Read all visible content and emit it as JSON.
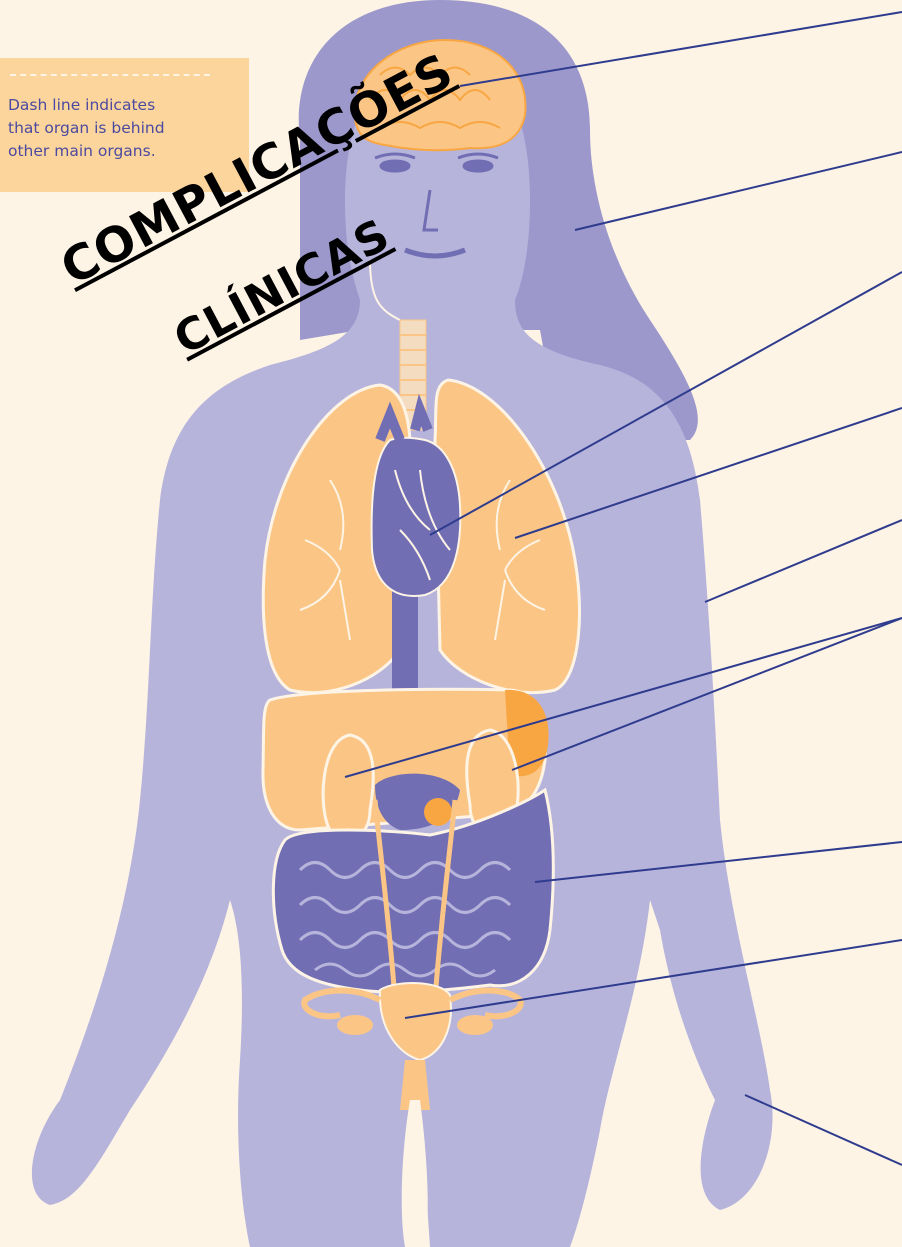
{
  "legend": {
    "text": "Dash line indicates\nthat organ is behind\nother main organs."
  },
  "overlay_title": {
    "line1": "COMPLICAÇÕES",
    "line2": "CLÍNICAS"
  },
  "colors": {
    "background": "#fdf4e6",
    "body": "#b7b4dc",
    "hair": "#9c98cc",
    "organ_orange": "#fbc685",
    "organ_dark_orange": "#f8a642",
    "organ_purple": "#716eb4",
    "leader_line": "#2f3c8e",
    "legend_box": "#fbd59b",
    "legend_text": "#4c4aa0"
  },
  "organs": [
    "brain-icon",
    "heart-icon",
    "lungs-icon",
    "liver-icon",
    "kidney-icon",
    "intestines-icon",
    "uterus-icon",
    "spine-icon"
  ]
}
